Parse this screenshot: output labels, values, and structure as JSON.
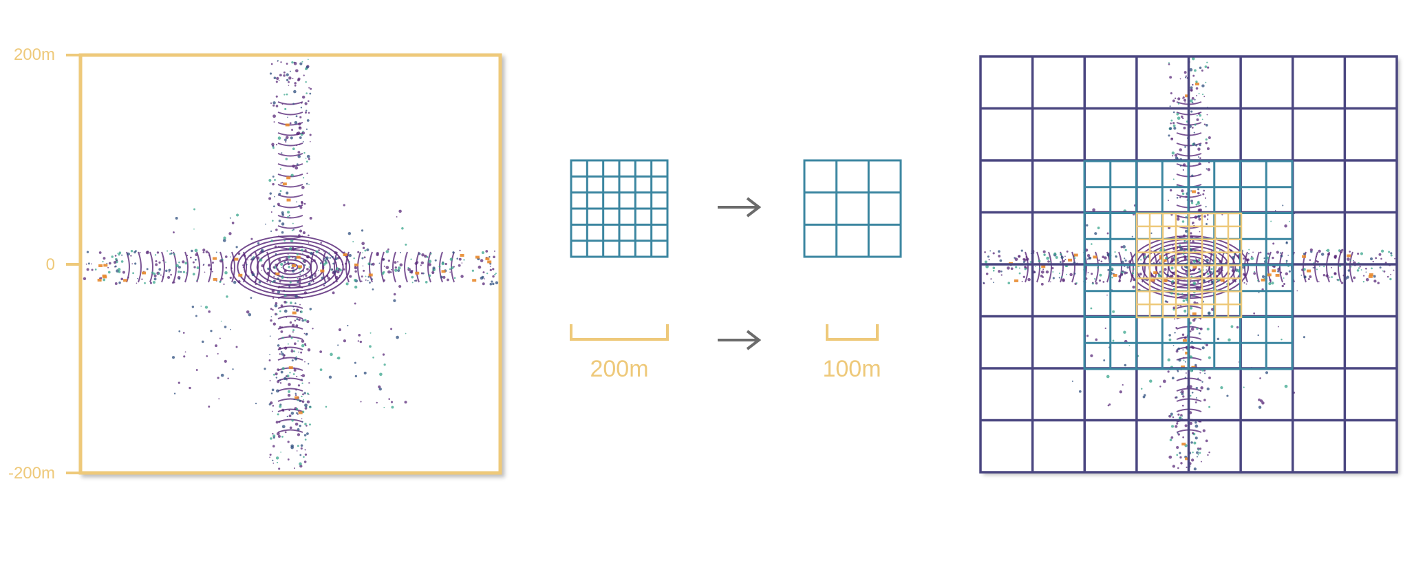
{
  "axis": {
    "top_label": "200m",
    "mid_label": "0",
    "bottom_label": "-200m"
  },
  "scales": {
    "left_label": "200m",
    "right_label": "100m"
  },
  "grids": {
    "coarse_cells": 6,
    "fine_cells": 3,
    "overlay_outer_cells": 8,
    "overlay_middle_cells": 8,
    "overlay_inner_cells": 8
  },
  "colors": {
    "gold": "#eec97a",
    "teal": "#3b86a0",
    "navy": "#4a4680",
    "arrow": "#6b6b6b",
    "orange": "#e8892e",
    "purple": "#5a2a7a",
    "green": "#3aa68c"
  },
  "icons": {
    "arrow_top": "right-arrow-icon",
    "arrow_bottom": "right-arrow-icon"
  }
}
